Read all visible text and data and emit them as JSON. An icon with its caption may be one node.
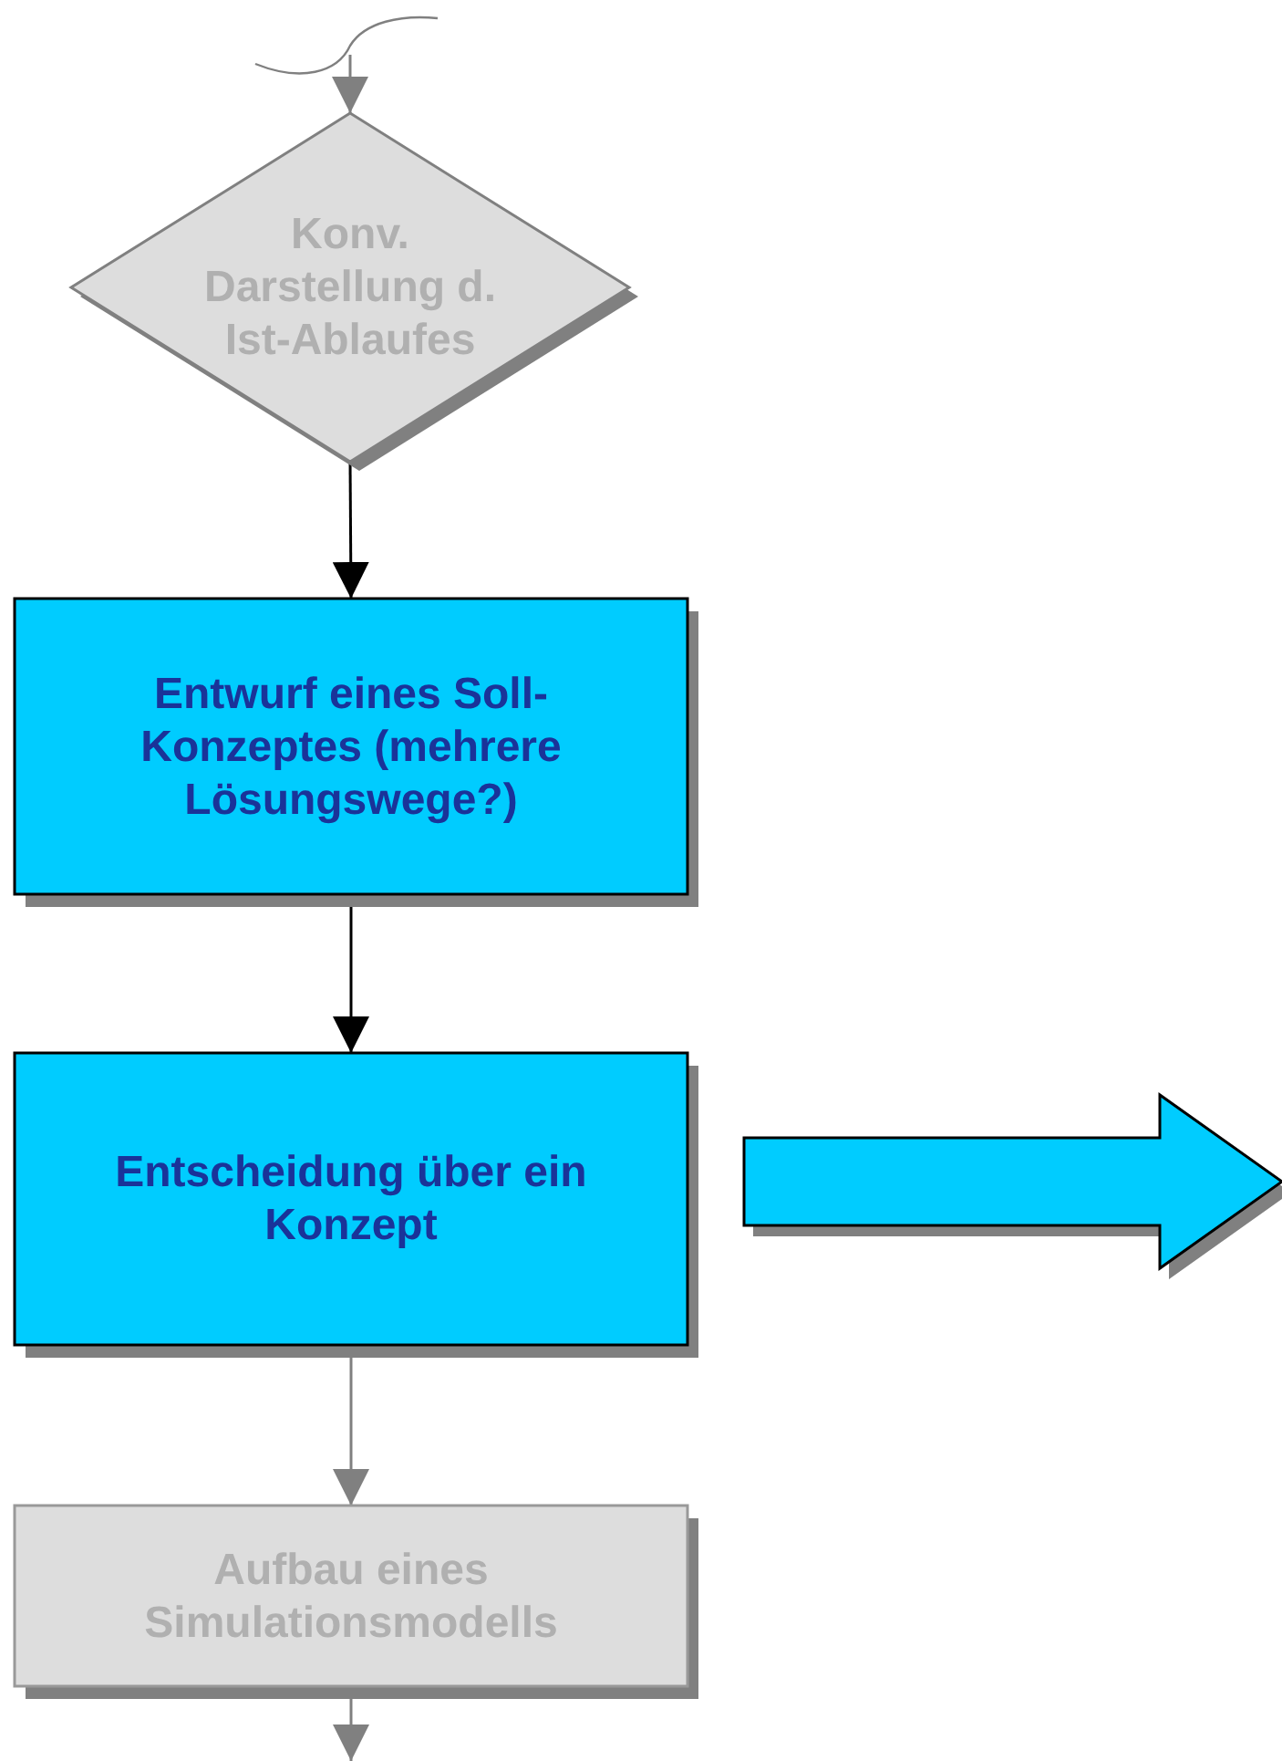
{
  "diagram": {
    "nodes": [
      {
        "text": [
          "Konv. Darstellung d. Ist-Ablaufes"
        ]
      },
      {
        "text": [
          "Entwurf eines Soll-Konzeptes (mehrere Lösungswege?)"
        ]
      },
      {
        "text": [
          "Entscheidung über ein Konzept"
        ]
      },
      {
        "text": [
          "Aufbau eines Simulationsmodells"
        ]
      }
    ],
    "edges": [
      {
        "from": null,
        "to": 0,
        "arrow": "to",
        "color": "#808080"
      },
      {
        "from": 0,
        "to": 1,
        "arrow": "to",
        "color": "#000000"
      },
      {
        "from": 1,
        "to": 2,
        "arrow": "to",
        "color": "#000000"
      },
      {
        "from": 2,
        "to": null,
        "arrow": "to",
        "style": "thick",
        "color": "#00ccff"
      },
      {
        "from": 2,
        "to": 3,
        "arrow": "to",
        "color": "#808080"
      },
      {
        "from": 3,
        "to": null,
        "arrow": "to",
        "color": "#808080"
      }
    ]
  }
}
